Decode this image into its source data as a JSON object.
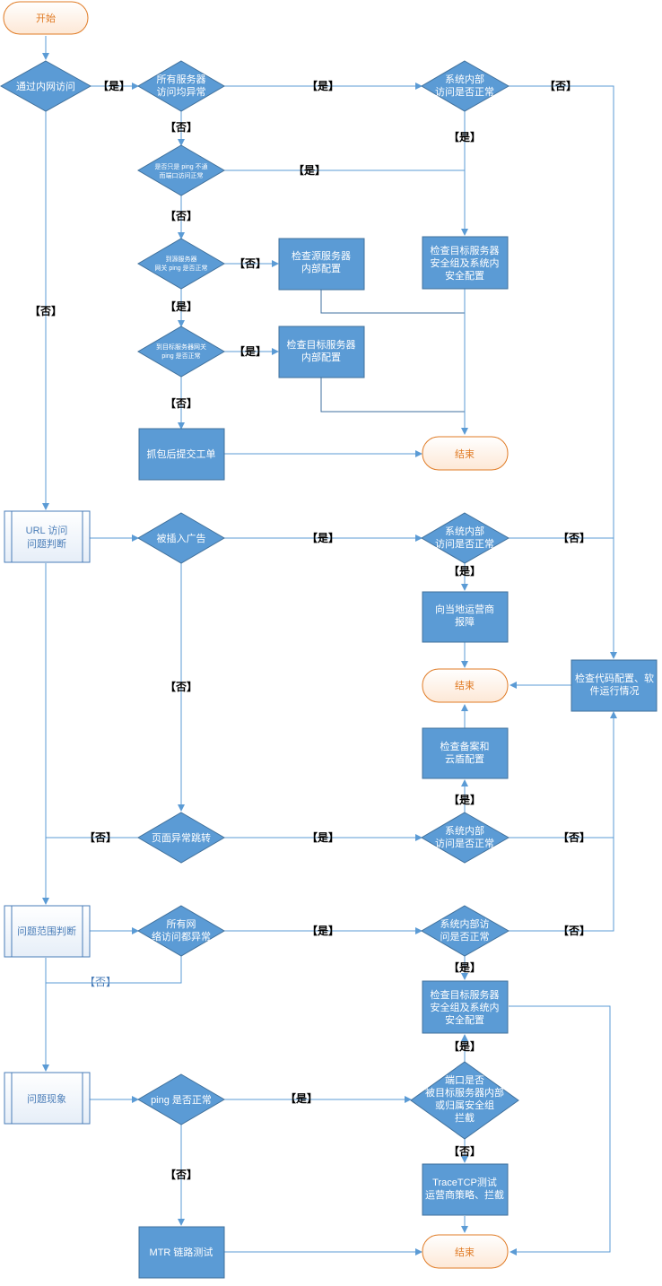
{
  "nodes": {
    "start": "开始",
    "intranet": "通过内网访问",
    "all_servers_1": "所有服务器",
    "all_servers_2": "访问均异常",
    "sys_ok_a1": "系统内部",
    "sys_ok_a2": "访问是否正常",
    "ping_port_1": "是否只是 ping 不通",
    "ping_port_2": "而端口访问正常",
    "src_gw_1": "到源服务器",
    "src_gw_2": "网关 ping 是否正常",
    "check_src_1": "检查源服务器",
    "check_src_2": "内部配置",
    "check_sg_a1": "检查目标服务器",
    "check_sg_a2": "安全组及系统内",
    "check_sg_a3": "安全配置",
    "dst_gw_1": "到目标服务器网关",
    "dst_gw_2": "ping 是否正常",
    "check_dst_1": "检查目标服务器",
    "check_dst_2": "内部配置",
    "capture": "抓包后提交工单",
    "end": "结束",
    "url_1": "URL 访问",
    "url_2": "问题判断",
    "ad_inject": "被插入广告",
    "sys_ok_b1": "系统内部",
    "sys_ok_b2": "访问是否正常",
    "report_1": "向当地运营商",
    "report_2": "报障",
    "check_code_1": "检查代码配置、软",
    "check_code_2": "件运行情况",
    "check_icp_1": "检查备案和",
    "check_icp_2": "云盾配置",
    "redirect": "页面异常跳转",
    "sys_ok_c1": "系统内部",
    "sys_ok_c2": "访问是否正常",
    "scope": "问题范围判断",
    "all_net_1": "所有网",
    "all_net_2": "络访问都异常",
    "sys_ok_d1": "系统内部访",
    "sys_ok_d2": "问是否正常",
    "check_sg_b1": "检查目标服务器",
    "check_sg_b2": "安全组及系统内",
    "check_sg_b3": "安全配置",
    "phenomenon": "问题现象",
    "ping_ok": "ping 是否正常",
    "port_1": "端口是否",
    "port_2": "被目标服务器内部",
    "port_3": "或归属安全组",
    "port_4": "拦截",
    "tracetcp_1": "TraceTCP测试",
    "tracetcp_2": "运营商策略、拦截",
    "mtr": "MTR 链路测试"
  },
  "labels": {
    "yes": "【是】",
    "no": "【否】"
  },
  "colors": {
    "process_fill": "#5b9bd5",
    "process_stroke": "#41719c",
    "terminator_stroke": "#e07b25",
    "terminator_text": "#e07b25",
    "line": "#5b9bd5"
  }
}
